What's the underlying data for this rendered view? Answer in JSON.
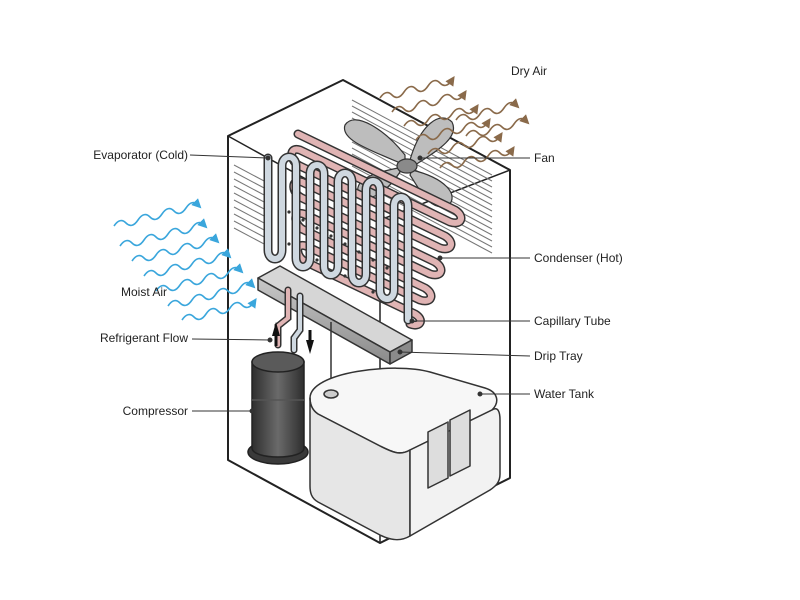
{
  "labels": {
    "dry_air": "Dry Air",
    "evaporator": "Evaporator (Cold)",
    "fan": "Fan",
    "condenser": "Condenser (Hot)",
    "moist_air": "Moist Air",
    "capillary_tube": "Capillary Tube",
    "refrigerant_flow": "Refrigerant Flow",
    "drip_tray": "Drip Tray",
    "water_tank": "Water Tank",
    "compressor": "Compressor"
  },
  "colors": {
    "outline": "#222222",
    "moist_air": "#3aa6dc",
    "dry_air": "#8a6a4a",
    "condenser": "#e0b4b4",
    "evaporator": "#cfd8e0",
    "compressor": "#444444",
    "tray": "#9a9a9a",
    "tank": "#f2f2f2"
  }
}
